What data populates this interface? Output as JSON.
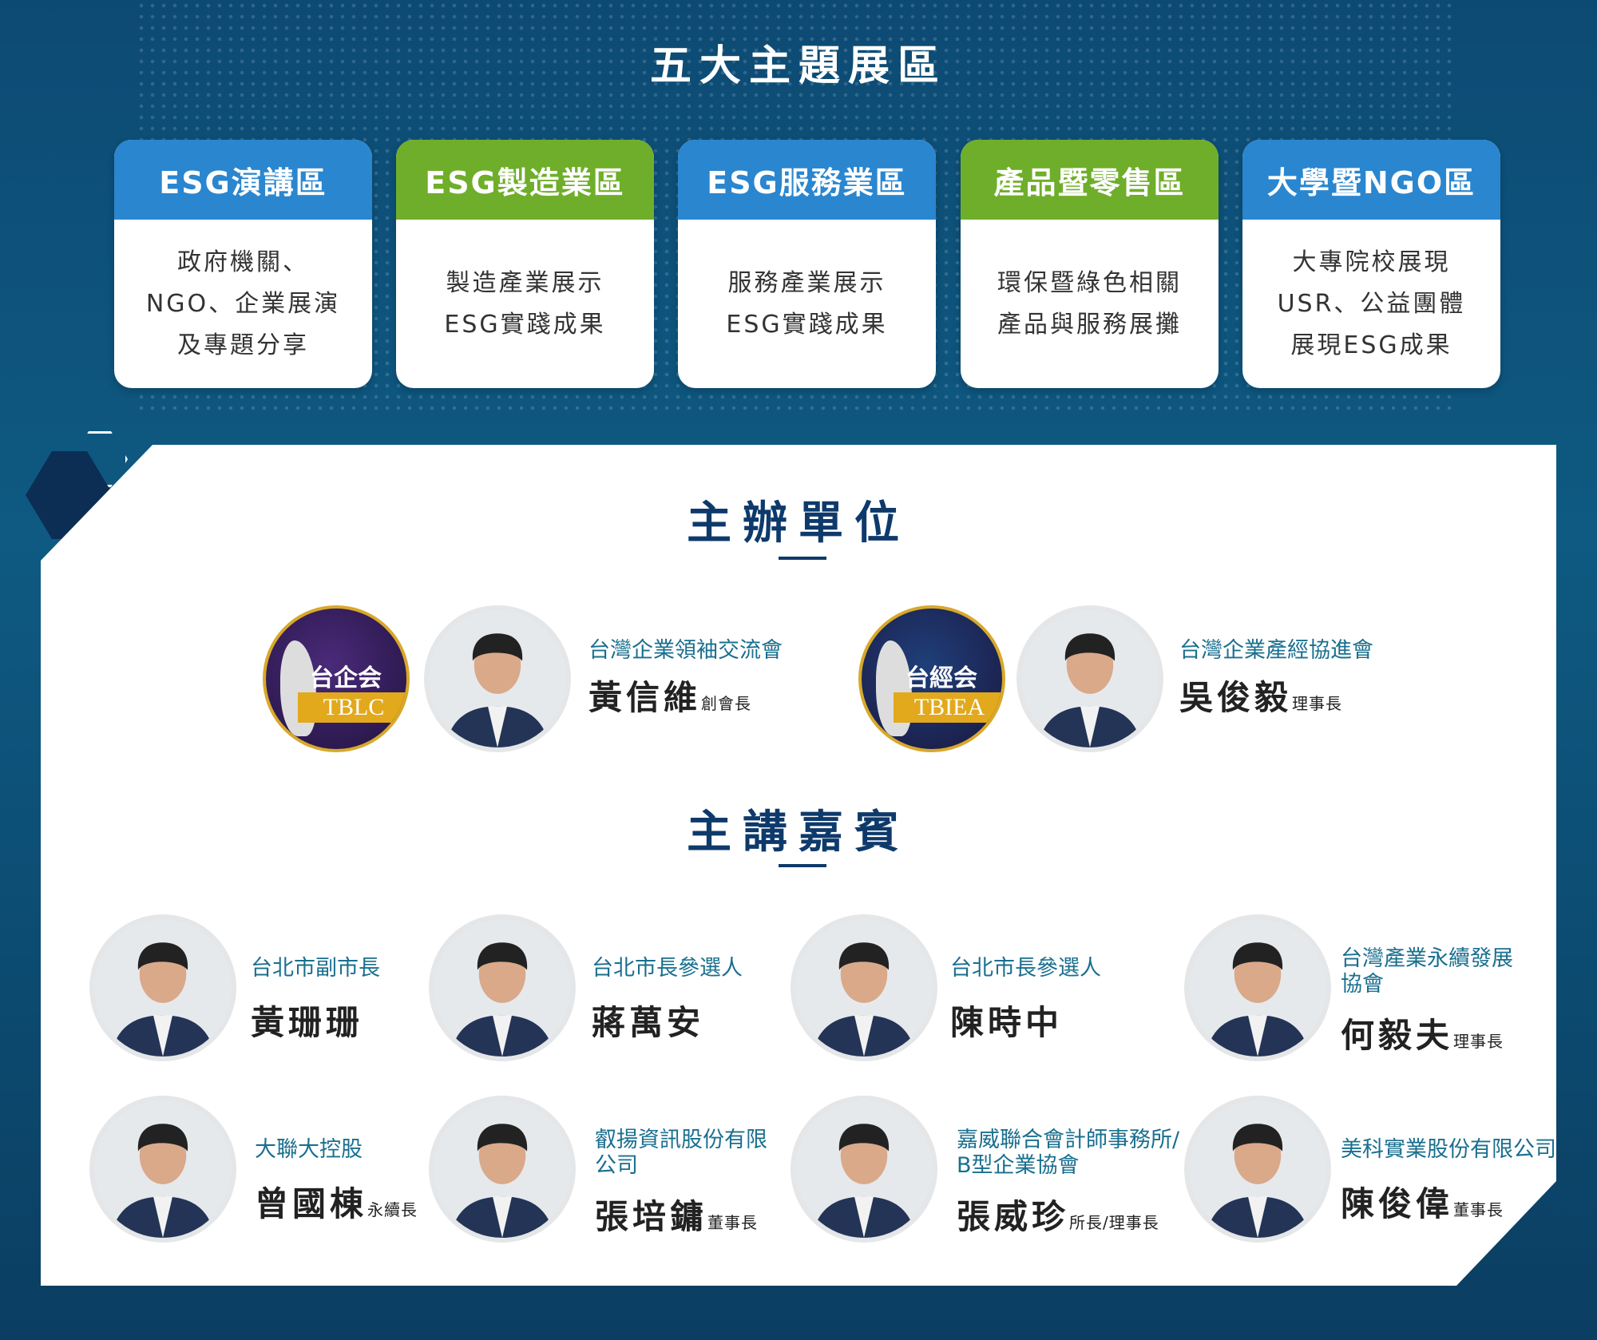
{
  "zones": {
    "title": "五大主題展區",
    "cards": [
      {
        "header": "ESG演講區",
        "body": "政府機關、\nNGO、企業展演\n及專題分享",
        "color": "#2a86cf"
      },
      {
        "header": "ESG製造業區",
        "body": "製造產業展示\nESG實踐成果",
        "color": "#6fae2a"
      },
      {
        "header": "ESG服務業區",
        "body": "服務產業展示\nESG實踐成果",
        "color": "#2a86cf"
      },
      {
        "header": "產品暨零售區",
        "body": "環保暨綠色相關\n產品與服務展攤",
        "color": "#6fae2a"
      },
      {
        "header": "大學暨NGO區",
        "body": "大專院校展現\nUSR、公益團體\n展現ESG成果",
        "color": "#2a86cf"
      }
    ]
  },
  "organizers": {
    "title": "主辦單位",
    "items": [
      {
        "logo_cn": "台企会",
        "logo_en": "TBLC",
        "org": "台灣企業領袖交流會",
        "name": "黃信維",
        "role": "創會長",
        "logo_color": "#4a2a7a"
      },
      {
        "logo_cn": "台經会",
        "logo_en": "TBIEA",
        "org": "台灣企業產經協進會",
        "name": "吳俊毅",
        "role": "理事長",
        "logo_color": "#1f3f7a"
      }
    ]
  },
  "speakers": {
    "title": "主講嘉賓",
    "items": [
      {
        "org": "台北市副市長",
        "name": "黃珊珊",
        "role": ""
      },
      {
        "org": "台北市長參選人",
        "name": "蔣萬安",
        "role": ""
      },
      {
        "org": "台北市長參選人",
        "name": "陳時中",
        "role": ""
      },
      {
        "org": "台灣產業永續發展\n協會",
        "name": "何毅夫",
        "role": "理事長"
      },
      {
        "org": "大聯大控股",
        "name": "曾國棟",
        "role": "永續長"
      },
      {
        "org": "叡揚資訊股份有限\n公司",
        "name": "張培鏞",
        "role": "董事長"
      },
      {
        "org": "嘉威聯合會計師事務所/\nB型企業協會",
        "name": "張威珍",
        "role": "所長/理事長"
      },
      {
        "org": "美科實業股份有限公司",
        "name": "陳俊偉",
        "role": "董事長"
      }
    ]
  }
}
